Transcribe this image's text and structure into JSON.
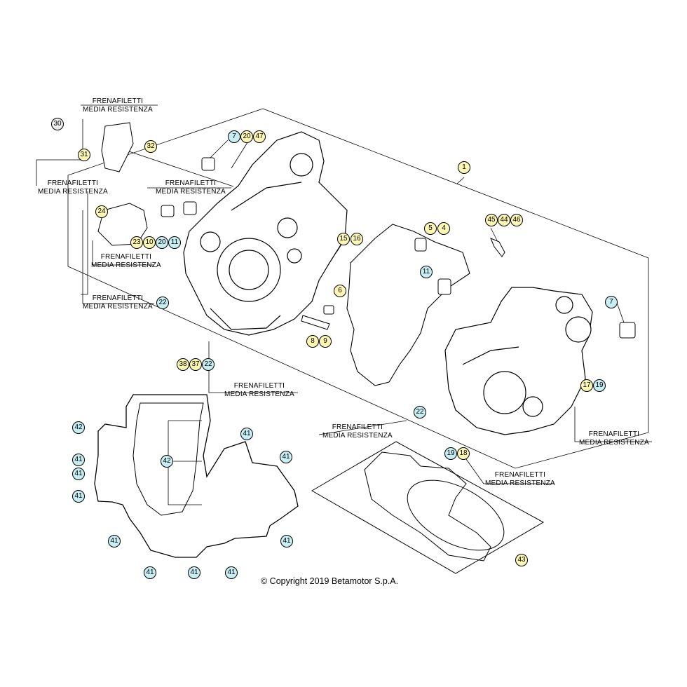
{
  "notes": {
    "thread_lock_line1": "FRENAFILETTI",
    "thread_lock_line2": "MEDIA RESISTENZA"
  },
  "callouts": {
    "c1": "1",
    "c4": "4",
    "c5": "5",
    "c6": "6",
    "c7": "7",
    "c8": "8",
    "c9": "9",
    "c10": "10",
    "c11": "11",
    "c15": "15",
    "c16": "16",
    "c17": "17",
    "c18": "18",
    "c19": "19",
    "c20": "20",
    "c22": "22",
    "c23": "23",
    "c24": "24",
    "c30": "30",
    "c31": "31",
    "c32": "32",
    "c37": "37",
    "c38": "38",
    "c41": "41",
    "c42": "42",
    "c43": "43",
    "c44": "44",
    "c45": "45",
    "c46": "46",
    "c47": "47"
  },
  "copyright": "© Copyright 2019 Betamotor S.p.A.",
  "colors": {
    "yellow_callout": "#fdf7b5",
    "cyan_callout": "#c7eef2",
    "grey_callout": "#eeeeee",
    "line": "#000000"
  }
}
